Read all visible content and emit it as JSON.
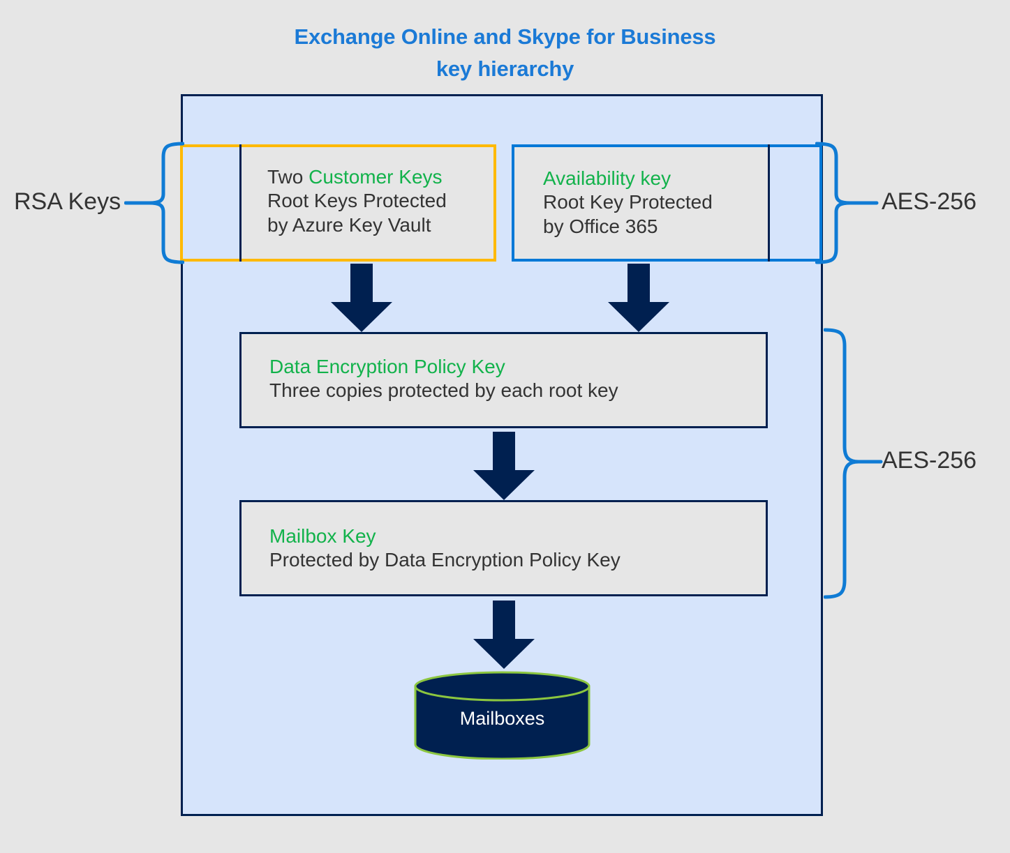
{
  "title": {
    "line1": "Exchange Online and Skype for Business",
    "line2": "key hierarchy",
    "color": "#1b7ad6"
  },
  "colors": {
    "page_background": "#e6e6e6",
    "panel_background": "#d6e4fb",
    "panel_border": "#002050",
    "box_fill": "#e6e6e6",
    "customer_keys_outline": "#ffb900",
    "availability_key_outline": "#0078d7",
    "brace": "#0f7bd4",
    "arrow": "#002050",
    "key_name_green": "#12b24b",
    "body_text": "#333333",
    "cylinder_fill": "#002050",
    "cylinder_stroke": "#8cc63f",
    "cylinder_text": "#ffffff"
  },
  "boxes": {
    "customer_keys": {
      "line1_prefix": "Two ",
      "line1_key": "Customer Keys",
      "line2": "Root Keys Protected",
      "line3": "by Azure Key Vault"
    },
    "availability_key": {
      "line1_key": "Availability key",
      "line2": "Root Key Protected",
      "line3": "by Office 365"
    },
    "dep_key": {
      "line1_key": "Data Encryption Policy Key",
      "line2": "Three copies protected by each root key"
    },
    "mailbox_key": {
      "line1_key": "Mailbox Key",
      "line2": "Protected by Data Encryption Policy Key"
    }
  },
  "labels": {
    "rsa_keys": "RSA Keys",
    "aes_top": "AES-256",
    "aes_bottom": "AES-256"
  },
  "datastore": {
    "mailboxes": "Mailboxes"
  }
}
